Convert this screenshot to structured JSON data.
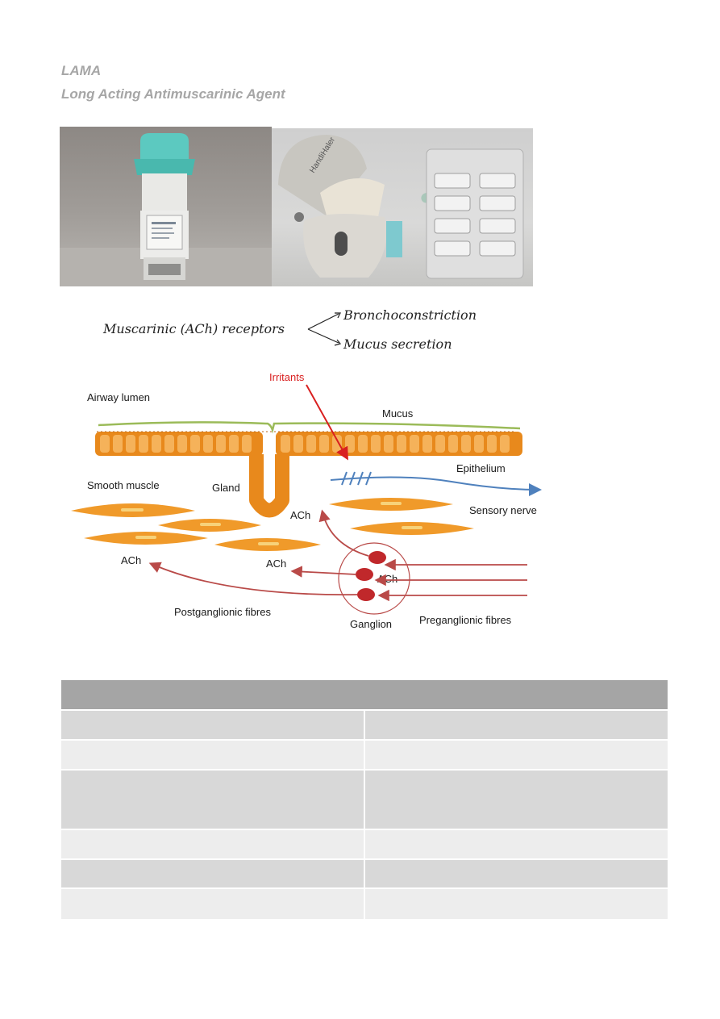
{
  "heading": {
    "abbr": "LAMA",
    "full": "Long Acting Antimuscarinic Agent"
  },
  "photos": {
    "left_device_icon": "soft-mist-inhaler-photo",
    "right_device_icon": "handihaler-with-blister-pack-photo",
    "inhaler_text": "HandiHaler"
  },
  "mechanism": {
    "receptor": "Muscarinic (ACh) receptors",
    "effect_1": "Bronchoconstriction",
    "effect_2": "Mucus secretion"
  },
  "diagram": {
    "irritants": "Irritants",
    "airway_lumen": "Airway lumen",
    "mucus": "Mucus",
    "epithelium": "Epithelium",
    "smooth_muscle": "Smooth muscle",
    "gland": "Gland",
    "sensory_nerve": "Sensory nerve",
    "ach_gland": "ACh",
    "ach_left": "ACh",
    "ach_mid": "ACh",
    "ach_ganglion": "ACh",
    "postganglionic": "Postganglionic fibres",
    "ganglion": "Ganglion",
    "preganglionic": "Preganglionic fibres",
    "colors": {
      "mucus_line": "#9bbb59",
      "cells": "#e8891c",
      "nerve": "#4f81bd",
      "fibre": "#b94a48",
      "irritant_arrow": "#d92020",
      "muscle": "#f09a2a"
    }
  },
  "table": {
    "header_color": "#a5a5a5",
    "row_colors": [
      "#d8d8d8",
      "#ededed"
    ],
    "rows": [
      {
        "c1": "",
        "c2": ""
      },
      {
        "c1": "",
        "c2": ""
      },
      {
        "c1": "",
        "c2": ""
      },
      {
        "c1": "",
        "c2": ""
      },
      {
        "c1": "",
        "c2": ""
      },
      {
        "c1": "",
        "c2": ""
      }
    ]
  }
}
